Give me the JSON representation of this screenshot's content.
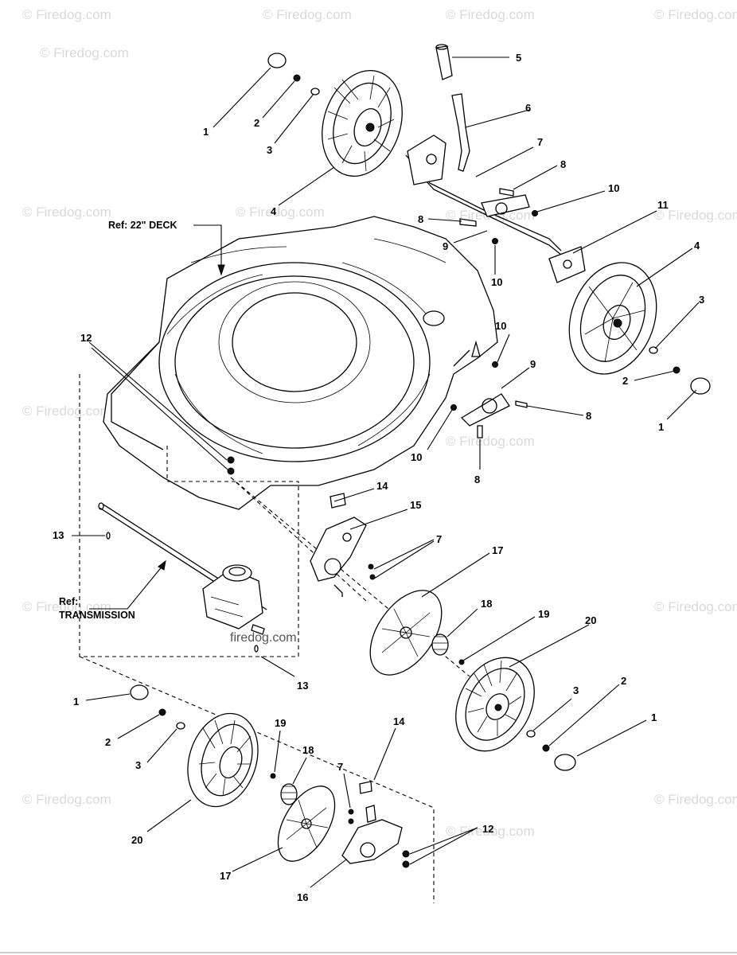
{
  "watermark": "© Firedog.com",
  "refs": {
    "deck": "Ref: 22\" DECK",
    "transmission_line1": "Ref:",
    "transmission_line2": "TRANSMISSION"
  },
  "center_watermark": "firedog.com",
  "callouts": [
    "1",
    "2",
    "3",
    "4",
    "5",
    "6",
    "7",
    "8",
    "8",
    "10",
    "9",
    "10",
    "11",
    "4",
    "3",
    "2",
    "1",
    "10",
    "9",
    "8",
    "10",
    "8",
    "12",
    "13",
    "14",
    "15",
    "7",
    "17",
    "18",
    "19",
    "20",
    "13",
    "1",
    "2",
    "3",
    "19",
    "18",
    "14",
    "7",
    "20",
    "17",
    "16",
    "12",
    "3",
    "2",
    "1"
  ]
}
